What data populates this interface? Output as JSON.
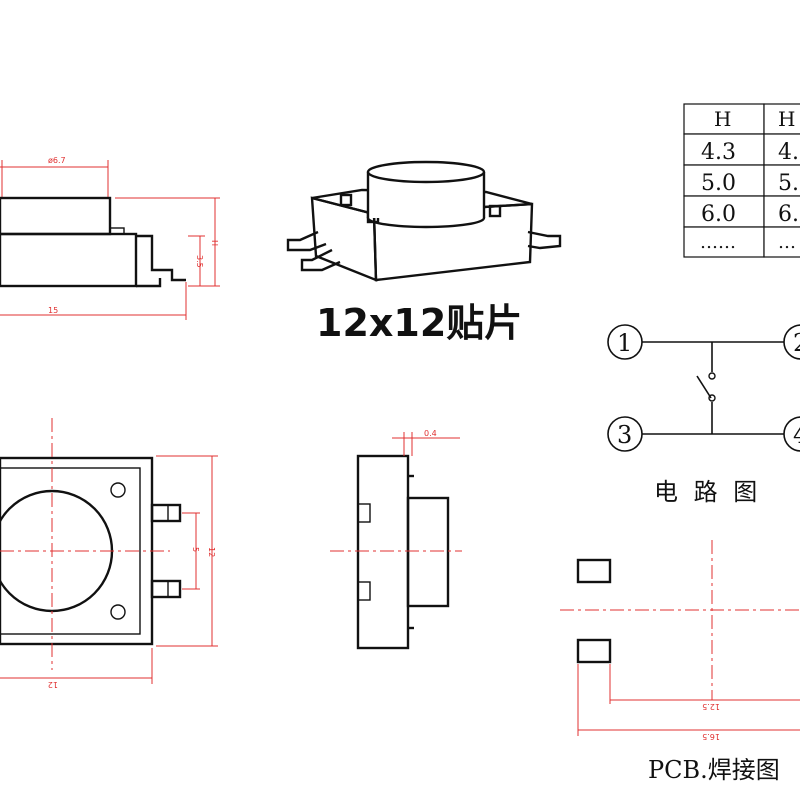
{
  "title": "12x12贴片",
  "side_view": {
    "dim_diameter": "ø6.7",
    "dim_height": "H",
    "dim_body_height": "3.5",
    "dim_length": "15"
  },
  "top_view": {
    "dim_width": "12",
    "dim_pin_pitch": "5",
    "dim_height": "12"
  },
  "end_view": {
    "dim_lead": "0.4"
  },
  "height_table": {
    "headers": [
      "H",
      "H"
    ],
    "rows": [
      [
        "4.3",
        "4."
      ],
      [
        "5.0",
        "5."
      ],
      [
        "6.0",
        "6."
      ],
      [
        "……",
        "…"
      ]
    ]
  },
  "circuit": {
    "pins": [
      "1",
      "2",
      "3",
      "4"
    ],
    "caption": "电 路 图"
  },
  "pcb": {
    "dim_inner": "12.5",
    "dim_outer": "16.5",
    "caption": "PCB.焊接图"
  }
}
